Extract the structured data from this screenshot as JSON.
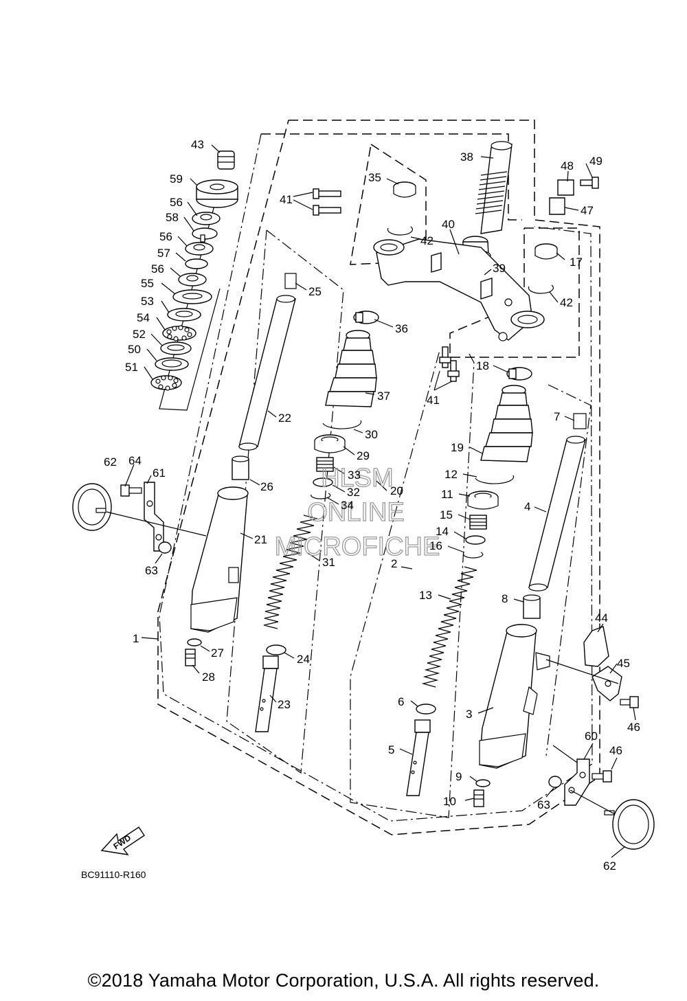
{
  "diagram_code": "BC91110-R160",
  "copyright": "©2018 Yamaha Motor Corporation, U.S.A. All rights reserved.",
  "fwd_label": "FWD",
  "watermark": [
    "HLSM",
    "ONLINE",
    "MICROFICHE"
  ],
  "callouts": {
    "c43": "43",
    "c59": "59",
    "c56a": "56",
    "c58": "58",
    "c56b": "56",
    "c57": "57",
    "c56c": "56",
    "c55": "55",
    "c53": "53",
    "c54": "54",
    "c52": "52",
    "c50": "50",
    "c51": "51",
    "c41a": "41",
    "c35": "35",
    "c42a": "42",
    "c38": "38",
    "c40": "40",
    "c39": "39",
    "c48": "48",
    "c49": "49",
    "c47": "47",
    "c17": "17",
    "c42b": "42",
    "c25": "25",
    "c36": "36",
    "c18": "18",
    "c41b": "41",
    "c37": "37",
    "c22": "22",
    "c30": "30",
    "c29": "29",
    "c33": "33",
    "c32": "32",
    "c20": "20",
    "c34": "34",
    "c26": "26",
    "c62a": "62",
    "c64": "64",
    "c61": "61",
    "c21": "21",
    "c63a": "63",
    "c31": "31",
    "c1": "1",
    "c27": "27",
    "c24": "24",
    "c28": "28",
    "c23": "23",
    "c7": "7",
    "c19": "19",
    "c12": "12",
    "c11": "11",
    "c15": "15",
    "c14": "14",
    "c16": "16",
    "c4": "4",
    "c2": "2",
    "c13": "13",
    "c8": "8",
    "c44": "44",
    "c45": "45",
    "c46a": "46",
    "c6": "6",
    "c3": "3",
    "c5": "5",
    "c60": "60",
    "c46b": "46",
    "c9": "9",
    "c10": "10",
    "c63b": "63",
    "c62b": "62"
  }
}
